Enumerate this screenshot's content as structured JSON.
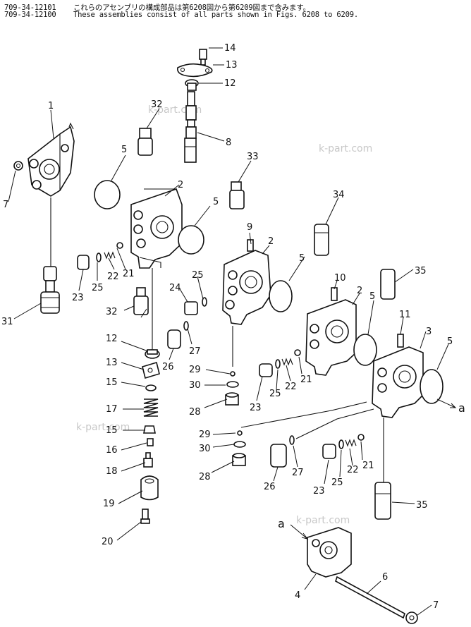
{
  "header": {
    "line1_part": "709-34-12101",
    "line1_text": "これらのアセンブリの構成部品は第6208図から第6209図まで含みます。",
    "line2_part": "709-34-12100",
    "line2_text": "These assemblies consist of all parts shown in Figs. 6208 to 6209."
  },
  "watermark": "k-part.com",
  "callouts": [
    "1",
    "2",
    "3",
    "4",
    "5",
    "6",
    "7",
    "8",
    "9",
    "10",
    "11",
    "12",
    "13",
    "14",
    "15",
    "16",
    "17",
    "18",
    "19",
    "20",
    "21",
    "22",
    "23",
    "24",
    "25",
    "26",
    "27",
    "28",
    "29",
    "30",
    "31",
    "32",
    "33",
    "34",
    "35",
    "a"
  ]
}
